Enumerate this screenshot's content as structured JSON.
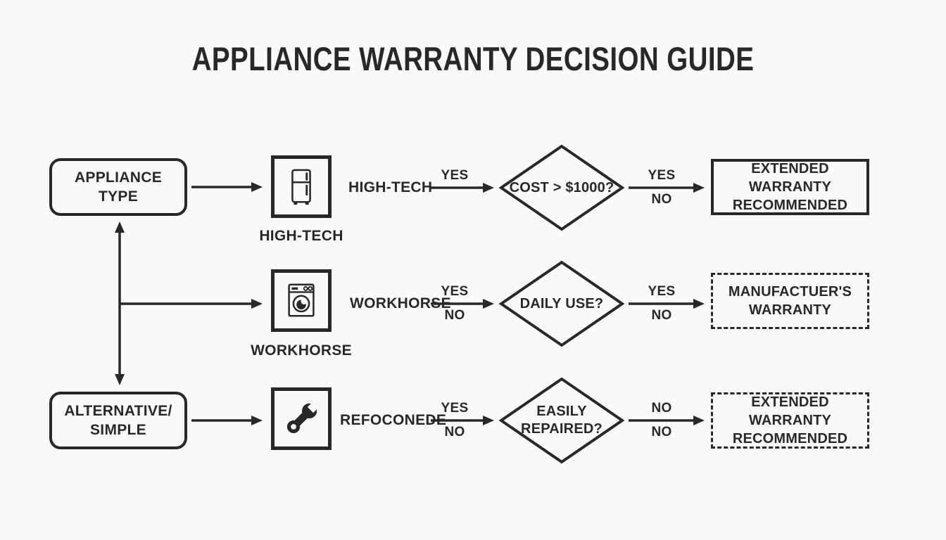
{
  "colors": {
    "ink": "#282828",
    "background": "#fafaf8"
  },
  "title": "APPLIANCE WARRANTY DECISION GUIDE",
  "source_nodes": {
    "top": {
      "line1": "APPLIANCE",
      "line2": "TYPE"
    },
    "bottom": {
      "line1": "ALTERNATIVE/",
      "line2": "SIMPLE"
    }
  },
  "rows": [
    {
      "icon": "refrigerator-icon",
      "icon_caption": "HIGH-TECH",
      "category": "HIGH-TECH",
      "mid_arrow": {
        "top": "YES",
        "bottom": ""
      },
      "decision": {
        "line1": "COST > $1000?",
        "line2": ""
      },
      "out_arrow": {
        "top": "YES",
        "bottom": "NO"
      },
      "outcome": {
        "line1": "EXTENDED WARRANTY",
        "line2": "RECOMMENDED",
        "border": "solid"
      }
    },
    {
      "icon": "washing-machine-icon",
      "icon_caption": "WORKHORSE",
      "category": "WORKHORSE",
      "mid_arrow": {
        "top": "YES",
        "bottom": "NO"
      },
      "decision": {
        "line1": "DAILY USE?",
        "line2": ""
      },
      "out_arrow": {
        "top": "YES",
        "bottom": "NO"
      },
      "outcome": {
        "line1": "MANUFACTUER'S",
        "line2": "WARRANTY",
        "border": "dashed"
      }
    },
    {
      "icon": "wrench-icon",
      "icon_caption": "",
      "category": "REFOCONEDE",
      "mid_arrow": {
        "top": "YES",
        "bottom": "NO"
      },
      "decision": {
        "line1": "EASILY",
        "line2": "REPAIRED?"
      },
      "out_arrow": {
        "top": "NO",
        "bottom": "NO"
      },
      "outcome": {
        "line1": "EXTENDED WARRANTY",
        "line2": "RECOMMENDED",
        "border": "dashed"
      }
    }
  ]
}
